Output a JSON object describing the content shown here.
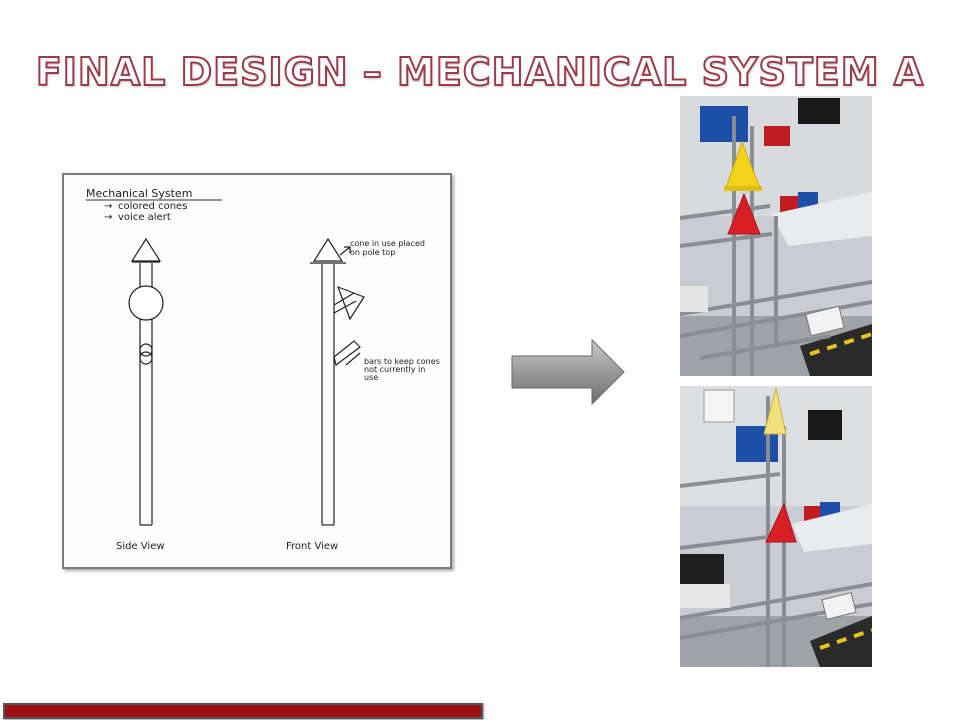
{
  "slide": {
    "title": "Final Design – Mechanical System A"
  },
  "sketch": {
    "heading": "Mechanical System",
    "bullets": [
      "colored cones",
      "voice alert"
    ],
    "note_top": [
      "cone in use placed",
      "on pole top"
    ],
    "note_bottom": [
      "bars to keep cones",
      "not currently in",
      "use"
    ],
    "side_label": "Side View",
    "front_label": "Front View"
  },
  "colors": {
    "title_outline": "#9b3a4a",
    "footer_bar": "#9c0f12",
    "cone_yellow": "#f2d21a",
    "cone_red": "#d81f26",
    "bin_blue": "#1c4fa8"
  }
}
